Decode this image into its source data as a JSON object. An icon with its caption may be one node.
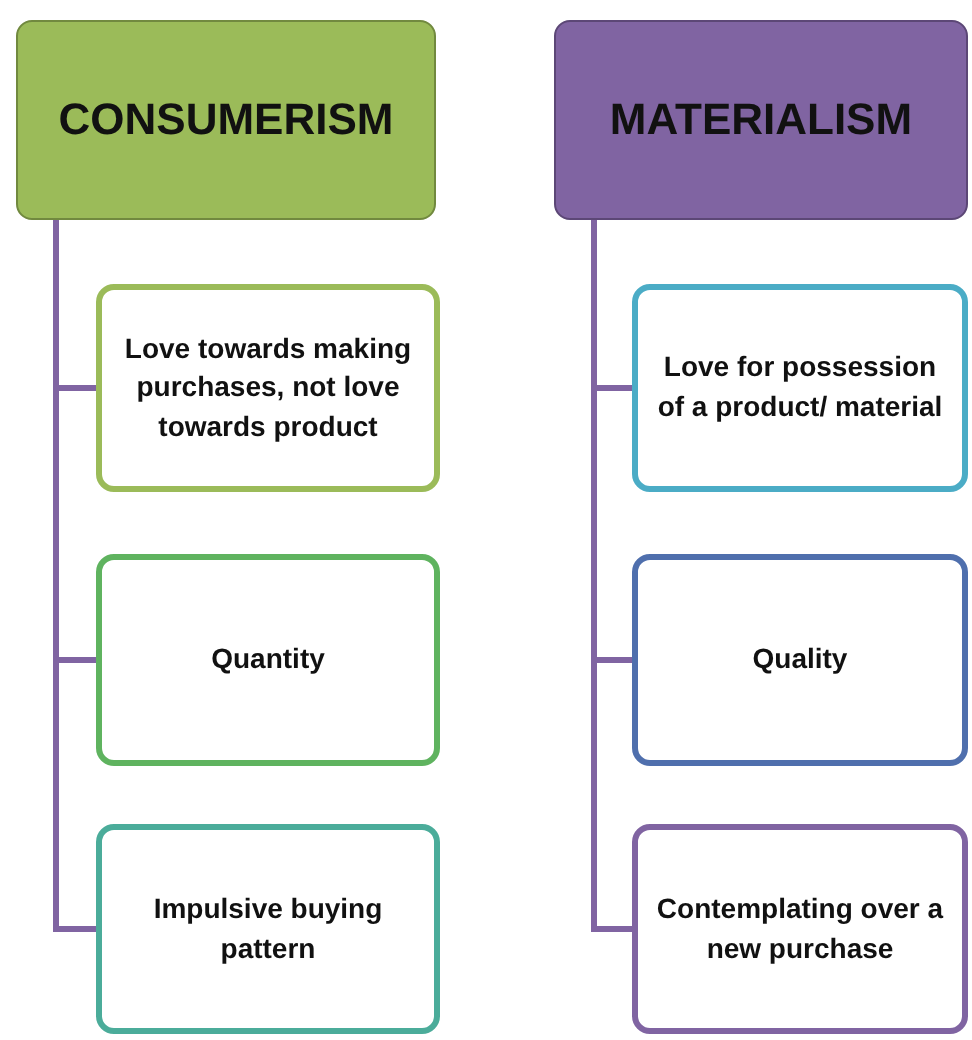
{
  "diagram": {
    "nodes": [
      {
        "text": [
          "CONSUMERISM"
        ]
      },
      {
        "text": [
          "MATERIALISM"
        ]
      },
      {
        "text": [
          "Love towards making purchases, not love towards product"
        ]
      },
      {
        "text": [
          "Love for possession of a product/ material"
        ]
      },
      {
        "text": [
          "Quantity"
        ]
      },
      {
        "text": [
          "Quality"
        ]
      },
      {
        "text": [
          "Impulsive buying pattern"
        ]
      },
      {
        "text": [
          "Contemplating over a new purchase"
        ]
      }
    ],
    "edges": [
      {
        "from": 0,
        "to": 2,
        "arrow": "none"
      },
      {
        "from": 0,
        "to": 4,
        "arrow": "none"
      },
      {
        "from": 0,
        "to": 6,
        "arrow": "none"
      },
      {
        "from": 1,
        "to": 3,
        "arrow": "none"
      },
      {
        "from": 1,
        "to": 5,
        "arrow": "none"
      },
      {
        "from": 1,
        "to": 7,
        "arrow": "none"
      }
    ]
  }
}
